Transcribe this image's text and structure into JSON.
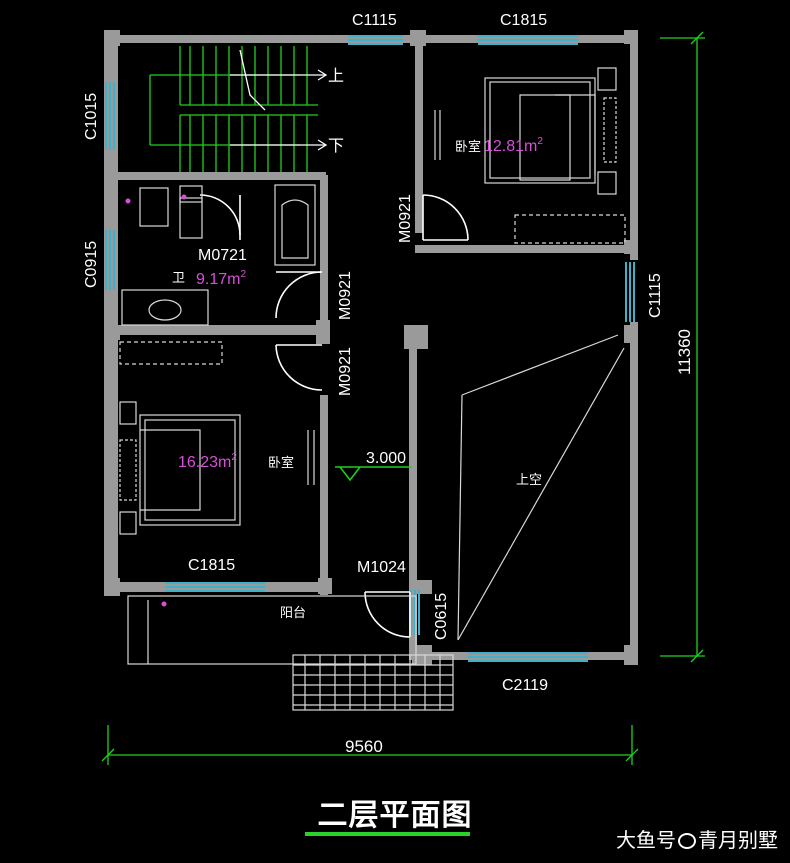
{
  "plan": {
    "title": "二层平面图",
    "overall_width": "9560",
    "overall_depth": "11360",
    "elevation": "3.000",
    "windows": [
      "C1115",
      "C1815",
      "C1015",
      "C0915",
      "C1115",
      "C1815",
      "C0615",
      "C2119"
    ],
    "doors": [
      "M0921",
      "M0721",
      "M0921",
      "M0921",
      "M1024"
    ],
    "rooms": {
      "bedroom_label": "卧室",
      "bedroom1_area": "12.81m",
      "bathroom_label": "卫",
      "bathroom_area": "9.17m",
      "bedroom2_area": "16.23m",
      "void_label": "上空",
      "balcony_label": "阳台",
      "area_superscript": "2"
    },
    "stairs": {
      "up": "上",
      "down": "下"
    }
  },
  "watermark": {
    "left": "大鱼号",
    "right": "青月别墅"
  },
  "colors": {
    "wall": "#9a9a9a",
    "window": "#3fb0c8",
    "door": "#ffffff",
    "stair": "#20d020",
    "furniture": "#d8d8d8",
    "area_text": "#d84fd8",
    "dim_line": "#20d020"
  }
}
